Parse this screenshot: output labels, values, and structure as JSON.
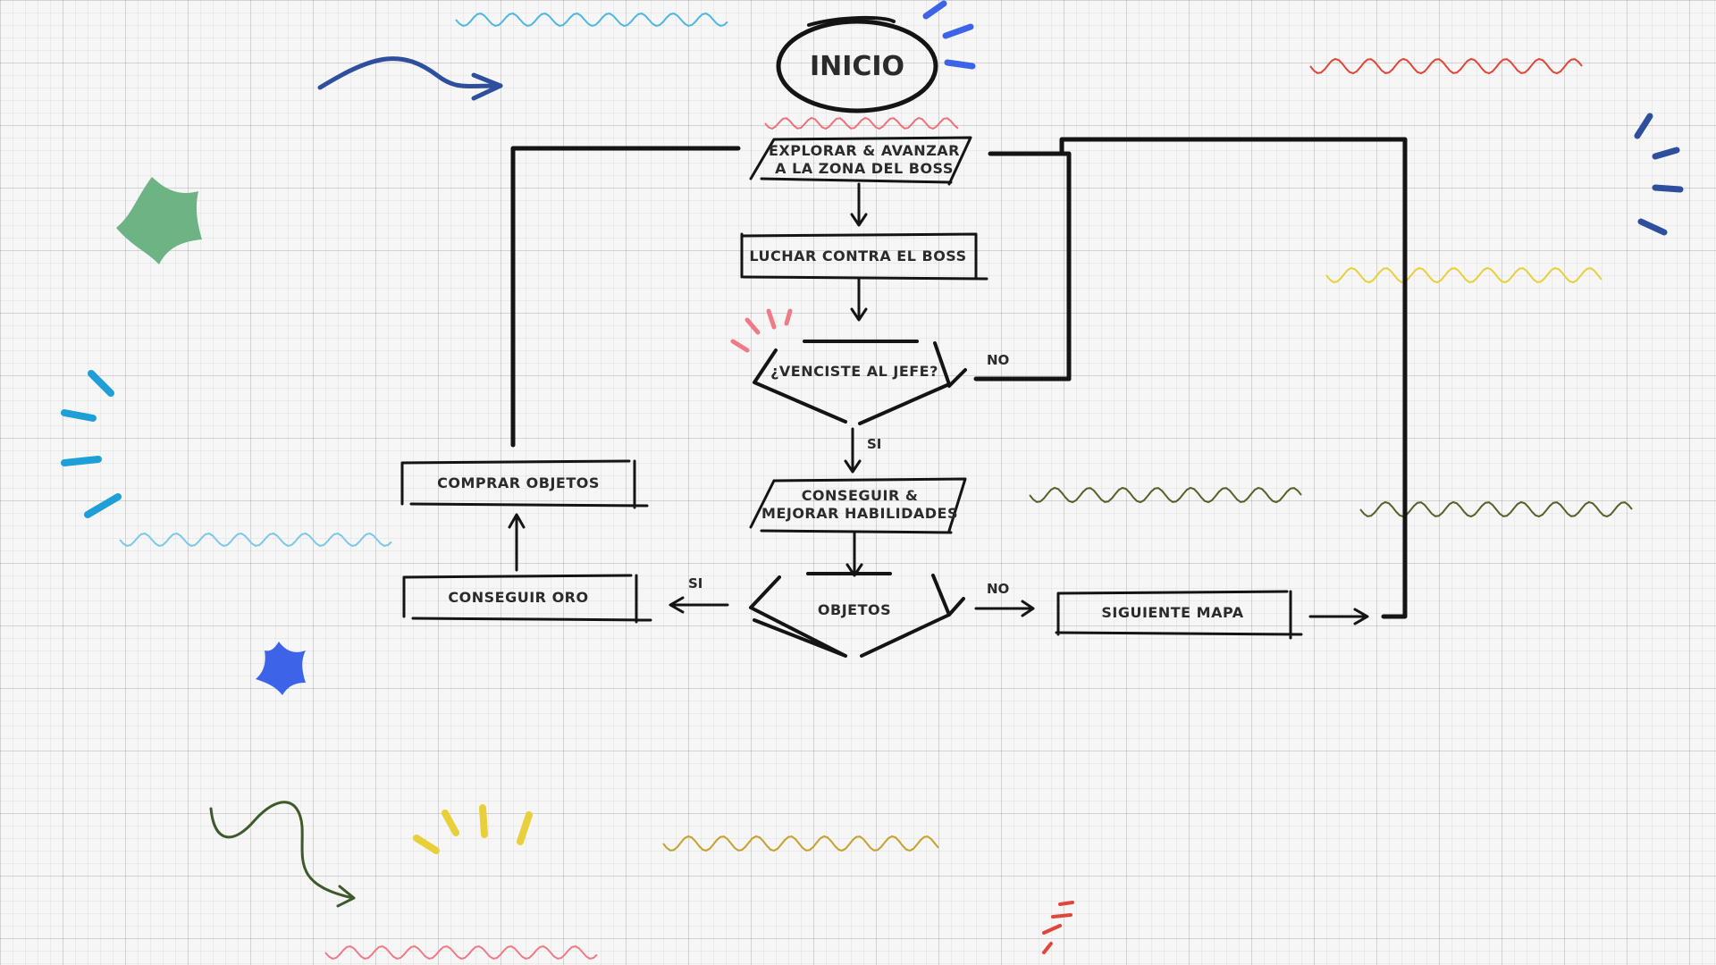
{
  "diagram": {
    "start": "INICIO",
    "nodes": {
      "explore_line1": "EXPLORAR & AVANZAR",
      "explore_line2": "A LA ZONA DEL BOSS",
      "fight": "LUCHAR CONTRA EL BOSS",
      "decision_boss": "¿VENCISTE AL JEFE?",
      "skills_line1": "CONSEGUIR &",
      "skills_line2": "MEJORAR HABILIDADES",
      "decision_items": "OBJETOS",
      "gold": "CONSEGUIR ORO",
      "buy": "COMPRAR OBJETOS",
      "next_map": "SIGUIENTE MAPA"
    },
    "edges": {
      "boss_yes": "SI",
      "boss_no": "NO",
      "items_yes": "SI",
      "items_no": "NO"
    }
  },
  "decorations": {
    "colors": {
      "ink": "#141414",
      "green_star": "#6db383",
      "blue_star": "#3d64e8",
      "light_blue": "#1e9fd8",
      "navy": "#2e4f9e",
      "red": "#e0463a",
      "yellow": "#e9cf3a",
      "olive": "#56612a",
      "pink": "#f07a86"
    }
  }
}
